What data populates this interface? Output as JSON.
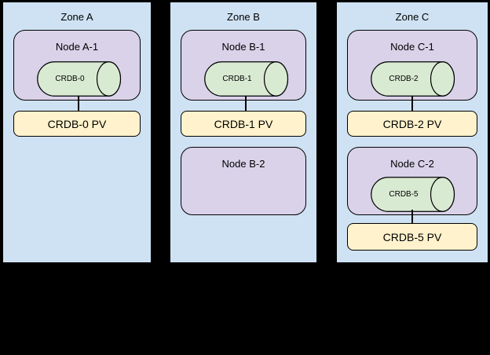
{
  "colors": {
    "background": "#000000",
    "zone_fill": "#cfe2f3",
    "node_fill": "#d9d2e9",
    "db_fill": "#d9ead3",
    "pv_fill": "#fff2cc",
    "border": "#000000",
    "text": "#000000"
  },
  "zones": [
    {
      "label": "Zone A",
      "nodes": [
        {
          "label": "Node A-1",
          "db_label": "CRDB-0",
          "pv_label": "CRDB-0 PV"
        }
      ]
    },
    {
      "label": "Zone B",
      "nodes": [
        {
          "label": "Node B-1",
          "db_label": "CRDB-1",
          "pv_label": "CRDB-1 PV"
        },
        {
          "label": "Node B-2"
        }
      ]
    },
    {
      "label": "Zone C",
      "nodes": [
        {
          "label": "Node C-1",
          "db_label": "CRDB-2",
          "pv_label": "CRDB-2 PV"
        },
        {
          "label": "Node C-2",
          "db_label": "CRDB-5",
          "pv_label": "CRDB-5 PV"
        }
      ]
    }
  ]
}
